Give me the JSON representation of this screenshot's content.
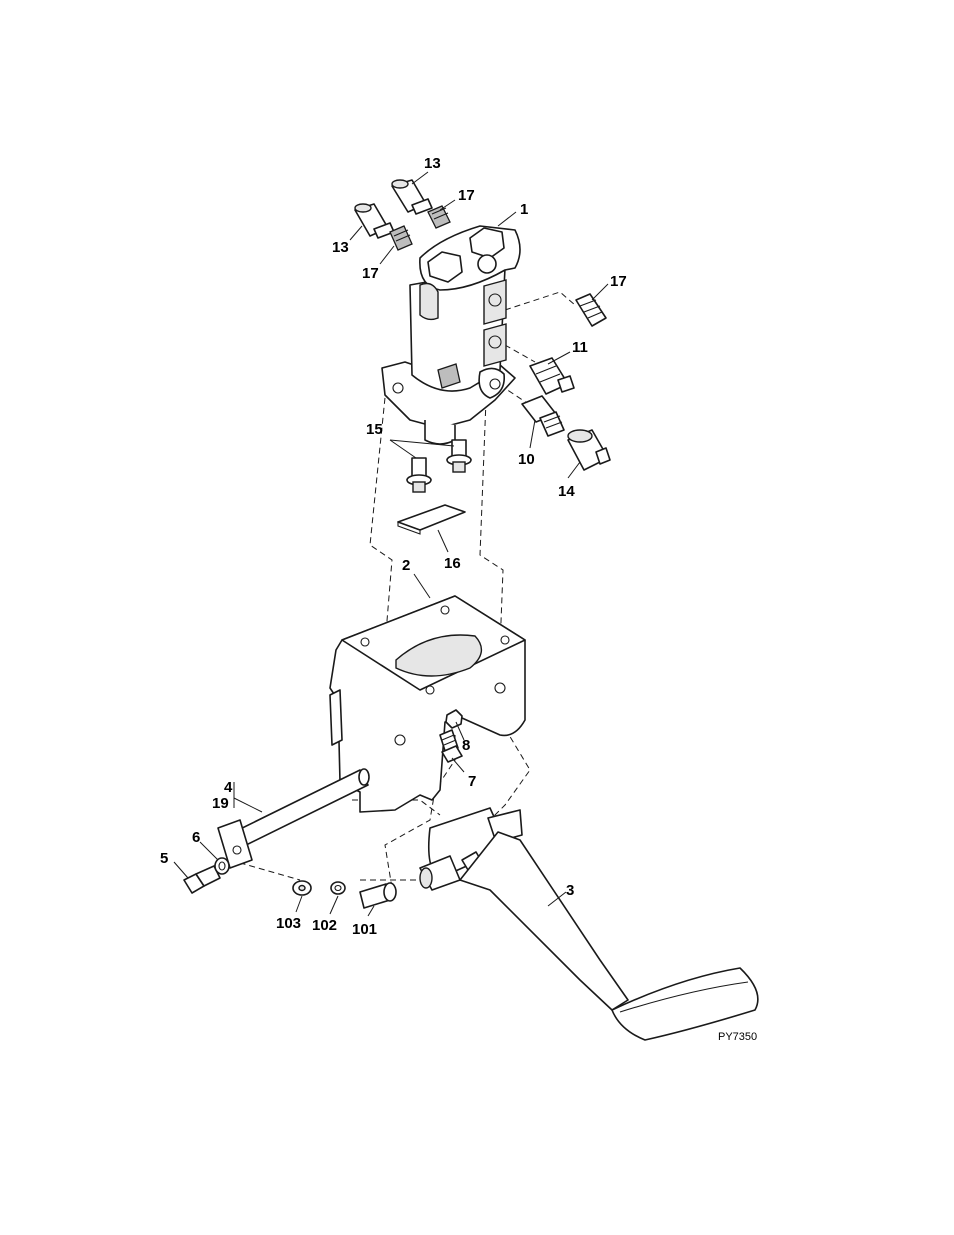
{
  "figure_id": "PY7350",
  "callouts": {
    "c1": "1",
    "c2": "2",
    "c3": "3",
    "c4": "4",
    "c19": "19",
    "c5": "5",
    "c6": "6",
    "c7": "7",
    "c8": "8",
    "c10": "10",
    "c11": "11",
    "c13a": "13",
    "c13b": "13",
    "c14": "14",
    "c15": "15",
    "c16": "16",
    "c17a": "17",
    "c17b": "17",
    "c17c": "17",
    "c101": "101",
    "c102": "102",
    "c103": "103"
  }
}
